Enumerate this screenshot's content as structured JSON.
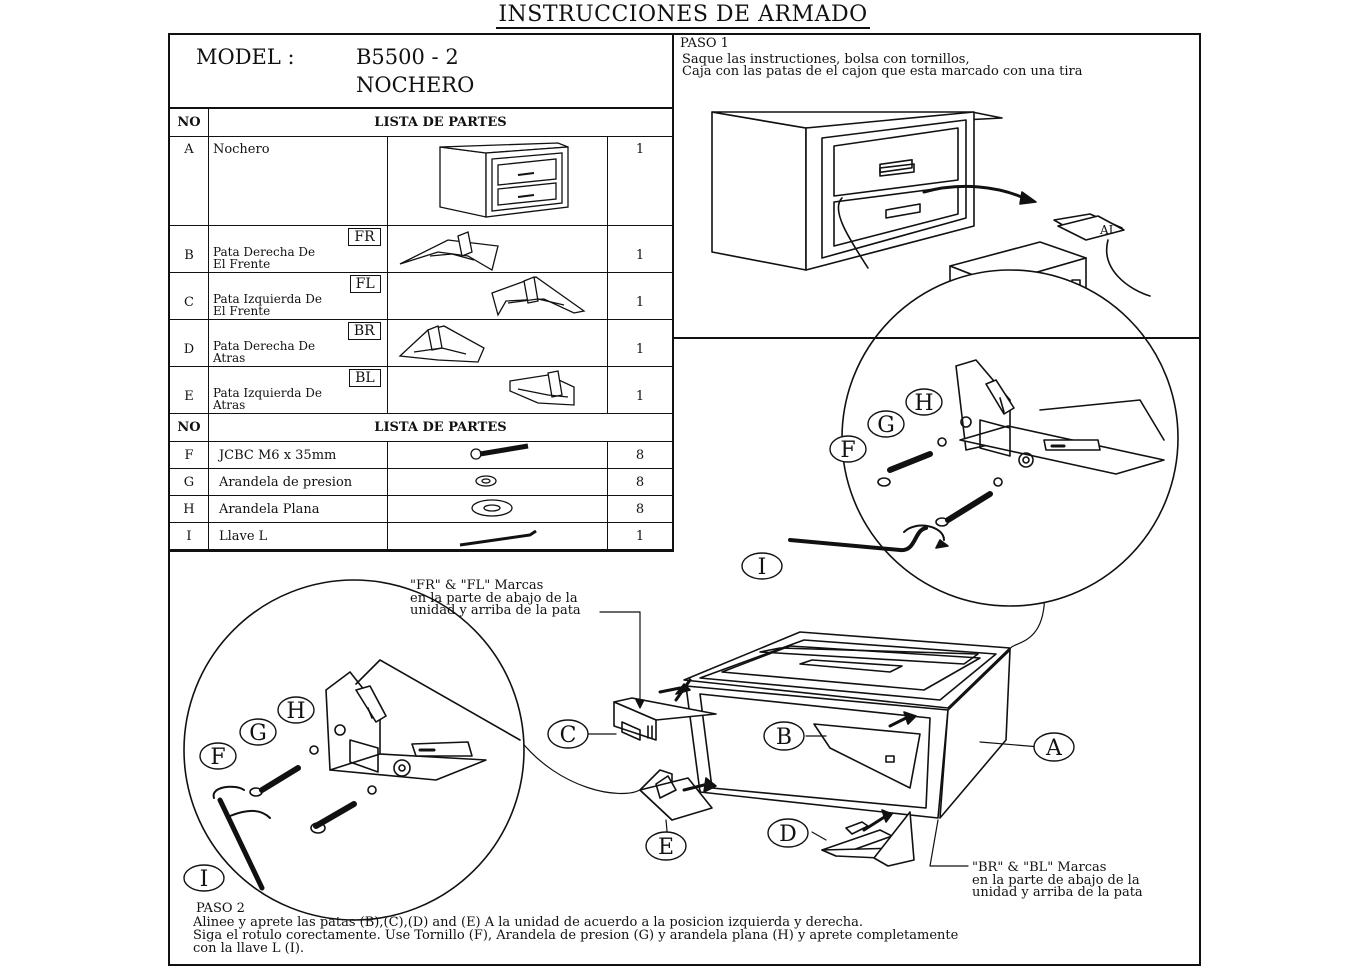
{
  "title": "INSTRUCCIONES DE ARMADO",
  "header": {
    "model_label": "MODEL :",
    "model_value": "B5500 - 2",
    "product_name": "NOCHERO"
  },
  "table": {
    "col_no": "NO",
    "col_parts": "LISTA DE PARTES",
    "parts": [
      {
        "no": "A",
        "name": "Nochero",
        "qty": "1"
      },
      {
        "no": "B",
        "code": "FR",
        "name_line1": "Pata Derecha De",
        "name_line2": "El Frente",
        "qty": "1"
      },
      {
        "no": "C",
        "code": "FL",
        "name_line1": "Pata Izquierda De",
        "name_line2": "El Frente",
        "qty": "1"
      },
      {
        "no": "D",
        "code": "BR",
        "name_line1": "Pata Derecha De",
        "name_line2": "Atras",
        "qty": "1"
      },
      {
        "no": "E",
        "code": "BL",
        "name_line1": "Pata Izquierda De",
        "name_line2": "Atras",
        "qty": "1"
      }
    ],
    "hardware": [
      {
        "no": "F",
        "name": "JCBC M6 x 35mm",
        "qty": "8"
      },
      {
        "no": "G",
        "name": "Arandela de presion",
        "qty": "8"
      },
      {
        "no": "H",
        "name": "Arandela Plana",
        "qty": "8"
      },
      {
        "no": "I",
        "name": "Llave L",
        "qty": "1"
      }
    ]
  },
  "step1": {
    "label": "PASO 1",
    "line1": "Saque las instructiones, bolsa con tornillos,",
    "line2": "Caja con las patas de el cajon que esta marcado con una tira",
    "tag": "AI"
  },
  "notes": {
    "front_line1": "\"FR\" & \"FL\" Marcas",
    "front_line2": "en la parte de abajo de la",
    "front_line3": "unidad y arriba de la pata",
    "back_line1": "\"BR\" & \"BL\" Marcas",
    "back_line2": "en la parte de abajo de la",
    "back_line3": "unidad y arriba de la pata"
  },
  "callouts": {
    "a": "A",
    "b": "B",
    "c": "C",
    "d": "D",
    "e": "E",
    "f": "F",
    "g": "G",
    "h": "H",
    "i": "I"
  },
  "step2": {
    "label": "PASO 2",
    "line1": "Alinee y aprete las patas (B),(C),(D) and (E) A la unidad de acuerdo a la posicion izquierda y derecha.",
    "line2": "Siga el rotulo corectamente. Use Tornillo (F), Arandela de presion (G) y arandela plana (H) y aprete completamente",
    "line3": "con la llave L (I)."
  }
}
